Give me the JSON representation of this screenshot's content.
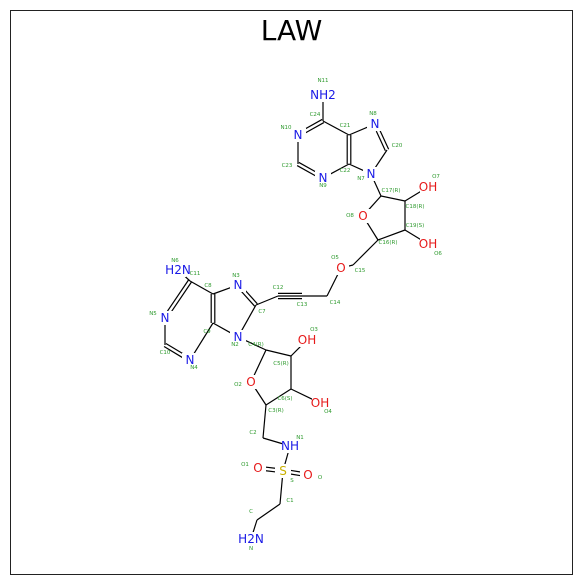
{
  "title": "LAW",
  "colors": {
    "N": "#1a1ae6",
    "O": "#e61a1a",
    "S": "#c9b000",
    "C": "#000000",
    "label": "#2e9a2e"
  },
  "atoms": [
    {
      "id": "N11",
      "text": "NH2",
      "label": "N11",
      "el": "N"
    },
    {
      "id": "C24",
      "text": "",
      "label": "C24",
      "el": "C"
    },
    {
      "id": "C21",
      "text": "",
      "label": "C21",
      "el": "C"
    },
    {
      "id": "N10",
      "text": "N",
      "label": "N10",
      "el": "N"
    },
    {
      "id": "C23",
      "text": "",
      "label": "C23",
      "el": "C"
    },
    {
      "id": "N9",
      "text": "N",
      "label": "N9",
      "el": "N"
    },
    {
      "id": "C22",
      "text": "",
      "label": "C22",
      "el": "C"
    },
    {
      "id": "N8",
      "text": "N",
      "label": "N8",
      "el": "N"
    },
    {
      "id": "C20",
      "text": "",
      "label": "C20",
      "el": "C"
    },
    {
      "id": "N7",
      "text": "N",
      "label": "N7",
      "el": "N"
    },
    {
      "id": "C17",
      "text": "",
      "label": "C17(R)",
      "el": "C"
    },
    {
      "id": "C18",
      "text": "",
      "label": "C18(R)",
      "el": "C"
    },
    {
      "id": "O7",
      "text": "OH",
      "label": "O7",
      "el": "O"
    },
    {
      "id": "C19",
      "text": "",
      "label": "C19(S)",
      "el": "C"
    },
    {
      "id": "O6",
      "text": "OH",
      "label": "O6",
      "el": "O"
    },
    {
      "id": "C16",
      "text": "",
      "label": "C16(R)",
      "el": "C"
    },
    {
      "id": "O8",
      "text": "O",
      "label": "O8",
      "el": "O"
    },
    {
      "id": "C15",
      "text": "",
      "label": "C15",
      "el": "C"
    },
    {
      "id": "O5",
      "text": "O",
      "label": "O5",
      "el": "O"
    },
    {
      "id": "C14",
      "text": "",
      "label": "C14",
      "el": "C"
    },
    {
      "id": "C13",
      "text": "",
      "label": "C13",
      "el": "C"
    },
    {
      "id": "C12",
      "text": "",
      "label": "C12",
      "el": "C"
    },
    {
      "id": "C7",
      "text": "",
      "label": "C7",
      "el": "C"
    },
    {
      "id": "N3",
      "text": "N",
      "label": "N3",
      "el": "N"
    },
    {
      "id": "C8",
      "text": "",
      "label": "C8",
      "el": "C"
    },
    {
      "id": "C9",
      "text": "",
      "label": "C9",
      "el": "C"
    },
    {
      "id": "N2",
      "text": "N",
      "label": "N2",
      "el": "N"
    },
    {
      "id": "N6",
      "text": "H2N",
      "label": "N6",
      "el": "N"
    },
    {
      "id": "C11",
      "text": "",
      "label": "C11",
      "el": "C"
    },
    {
      "id": "N5",
      "text": "N",
      "label": "N5",
      "el": "N"
    },
    {
      "id": "C10",
      "text": "",
      "label": "C10",
      "el": "C"
    },
    {
      "id": "N4",
      "text": "N",
      "label": "N4",
      "el": "N"
    },
    {
      "id": "C4",
      "text": "",
      "label": "C4(R)",
      "el": "C"
    },
    {
      "id": "C5",
      "text": "",
      "label": "C5(R)",
      "el": "C"
    },
    {
      "id": "O3",
      "text": "OH",
      "label": "O3",
      "el": "O"
    },
    {
      "id": "C6",
      "text": "",
      "label": "C6(S)",
      "el": "C"
    },
    {
      "id": "O4",
      "text": "OH",
      "label": "O4",
      "el": "O"
    },
    {
      "id": "C3",
      "text": "",
      "label": "C3(R)",
      "el": "C"
    },
    {
      "id": "O2",
      "text": "O",
      "label": "O2",
      "el": "O"
    },
    {
      "id": "C2",
      "text": "",
      "label": "C2",
      "el": "C"
    },
    {
      "id": "N1",
      "text": "NH",
      "label": "N1",
      "el": "N"
    },
    {
      "id": "S",
      "text": "S",
      "label": "S",
      "el": "S"
    },
    {
      "id": "O1",
      "text": "O",
      "label": "O1",
      "el": "O"
    },
    {
      "id": "O",
      "text": "O",
      "label": "O",
      "el": "O"
    },
    {
      "id": "C1",
      "text": "",
      "label": "C1",
      "el": "C"
    },
    {
      "id": "C",
      "text": "",
      "label": "C",
      "el": "C"
    },
    {
      "id": "N",
      "text": "H2N",
      "label": "N",
      "el": "N"
    }
  ],
  "bonds": [
    [
      "N11",
      "C24",
      1
    ],
    [
      "C24",
      "C21",
      1
    ],
    [
      "C24",
      "N10",
      2
    ],
    [
      "N10",
      "C23",
      1
    ],
    [
      "C23",
      "N9",
      2
    ],
    [
      "N9",
      "C22",
      1
    ],
    [
      "C22",
      "C21",
      2
    ],
    [
      "C21",
      "N8",
      1
    ],
    [
      "N8",
      "C20",
      2
    ],
    [
      "C20",
      "N7",
      1
    ],
    [
      "N7",
      "C22",
      1
    ],
    [
      "N7",
      "C17",
      1
    ],
    [
      "C17",
      "C18",
      1
    ],
    [
      "C18",
      "O7",
      1
    ],
    [
      "C18",
      "C19",
      1
    ],
    [
      "C19",
      "O6",
      1
    ],
    [
      "C19",
      "C16",
      1
    ],
    [
      "C16",
      "O8",
      1
    ],
    [
      "O8",
      "C17",
      1
    ],
    [
      "C16",
      "C15",
      1
    ],
    [
      "C15",
      "O5",
      1
    ],
    [
      "O5",
      "C14",
      1
    ],
    [
      "C14",
      "C13",
      1
    ],
    [
      "C13",
      "C12",
      3
    ],
    [
      "C12",
      "C7",
      1
    ],
    [
      "C7",
      "N3",
      2
    ],
    [
      "N3",
      "C8",
      1
    ],
    [
      "C8",
      "C9",
      2
    ],
    [
      "C9",
      "N2",
      1
    ],
    [
      "N2",
      "C7",
      1
    ],
    [
      "C8",
      "C11",
      1
    ],
    [
      "C11",
      "N6",
      1
    ],
    [
      "C11",
      "N5",
      2
    ],
    [
      "N5",
      "C10",
      1
    ],
    [
      "C10",
      "N4",
      2
    ],
    [
      "N4",
      "C9",
      1
    ],
    [
      "N2",
      "C4",
      1
    ],
    [
      "C4",
      "C5",
      1
    ],
    [
      "C5",
      "O3",
      1
    ],
    [
      "C5",
      "C6",
      1
    ],
    [
      "C6",
      "O4",
      1
    ],
    [
      "C6",
      "C3",
      1
    ],
    [
      "C3",
      "O2",
      1
    ],
    [
      "O2",
      "C4",
      1
    ],
    [
      "C3",
      "C2",
      1
    ],
    [
      "C2",
      "N1",
      1
    ],
    [
      "N1",
      "S",
      1
    ],
    [
      "S",
      "O1",
      2
    ],
    [
      "S",
      "O",
      2
    ],
    [
      "S",
      "C1",
      1
    ],
    [
      "C1",
      "C",
      1
    ],
    [
      "C",
      "N",
      1
    ]
  ]
}
